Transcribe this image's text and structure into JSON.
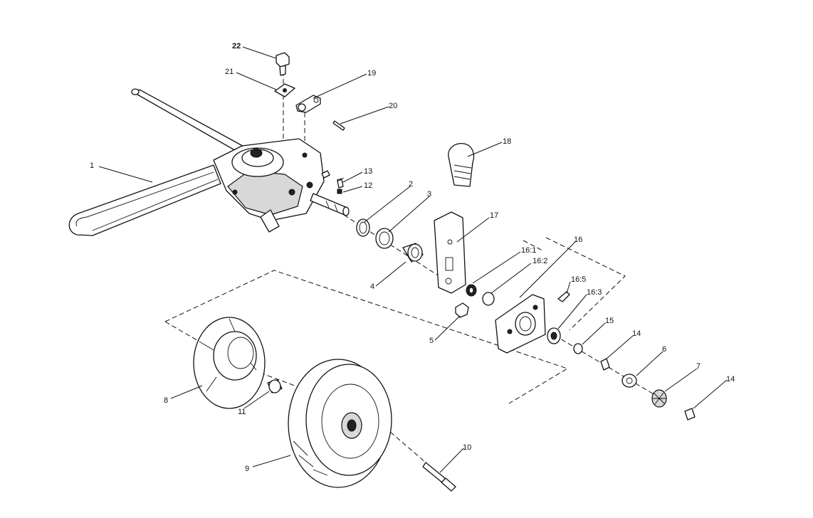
{
  "callouts": [
    {
      "id": "c1",
      "label": "1"
    },
    {
      "id": "c2",
      "label": "2"
    },
    {
      "id": "c3",
      "label": "3"
    },
    {
      "id": "c4",
      "label": "4"
    },
    {
      "id": "c5",
      "label": "5"
    },
    {
      "id": "c6",
      "label": "6"
    },
    {
      "id": "c7",
      "label": "7"
    },
    {
      "id": "c8",
      "label": "8"
    },
    {
      "id": "c9",
      "label": "9"
    },
    {
      "id": "c10",
      "label": "10"
    },
    {
      "id": "c11",
      "label": "11"
    },
    {
      "id": "c12",
      "label": "12"
    },
    {
      "id": "c13",
      "label": "13"
    },
    {
      "id": "c14a",
      "label": "14"
    },
    {
      "id": "c14b",
      "label": "14"
    },
    {
      "id": "c15",
      "label": "15"
    },
    {
      "id": "c16",
      "label": "16"
    },
    {
      "id": "c161",
      "label": "16:1"
    },
    {
      "id": "c162",
      "label": "16:2"
    },
    {
      "id": "c163",
      "label": "16:3"
    },
    {
      "id": "c165",
      "label": "16:5"
    },
    {
      "id": "c17",
      "label": "17"
    },
    {
      "id": "c18",
      "label": "18"
    },
    {
      "id": "c19",
      "label": "19"
    },
    {
      "id": "c20",
      "label": "20"
    },
    {
      "id": "c21",
      "label": "21"
    },
    {
      "id": "c22",
      "label": "22"
    }
  ]
}
